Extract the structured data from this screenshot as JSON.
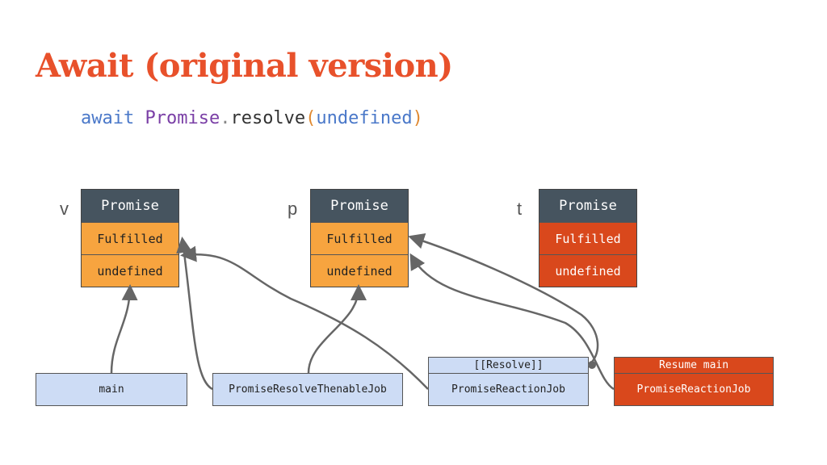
{
  "title": "Await (original version)",
  "code": {
    "kw": "await",
    "ty": "Promise",
    "dot": ".",
    "fn": "resolve",
    "open": "(",
    "arg": "undefined",
    "close": ")"
  },
  "promises": [
    {
      "var": "v",
      "header": "Promise",
      "state": "Fulfilled",
      "value": "undefined"
    },
    {
      "var": "p",
      "header": "Promise",
      "state": "Fulfilled",
      "value": "undefined"
    },
    {
      "var": "t",
      "header": "Promise",
      "state": "Fulfilled",
      "value": "undefined"
    }
  ],
  "jobs": {
    "main": "main",
    "resolve_thenable": "PromiseResolveThenableJob",
    "reaction1_slot": "[[Resolve]]",
    "reaction1": "PromiseReactionJob",
    "reaction2_slot": "Resume main",
    "reaction2": "PromiseReactionJob"
  },
  "colors": {
    "title": "#e8512b",
    "promise_header": "#46545f",
    "fulfilled": "#f7a43f",
    "highlight": "#d9481c",
    "job": "#cddcf5"
  }
}
